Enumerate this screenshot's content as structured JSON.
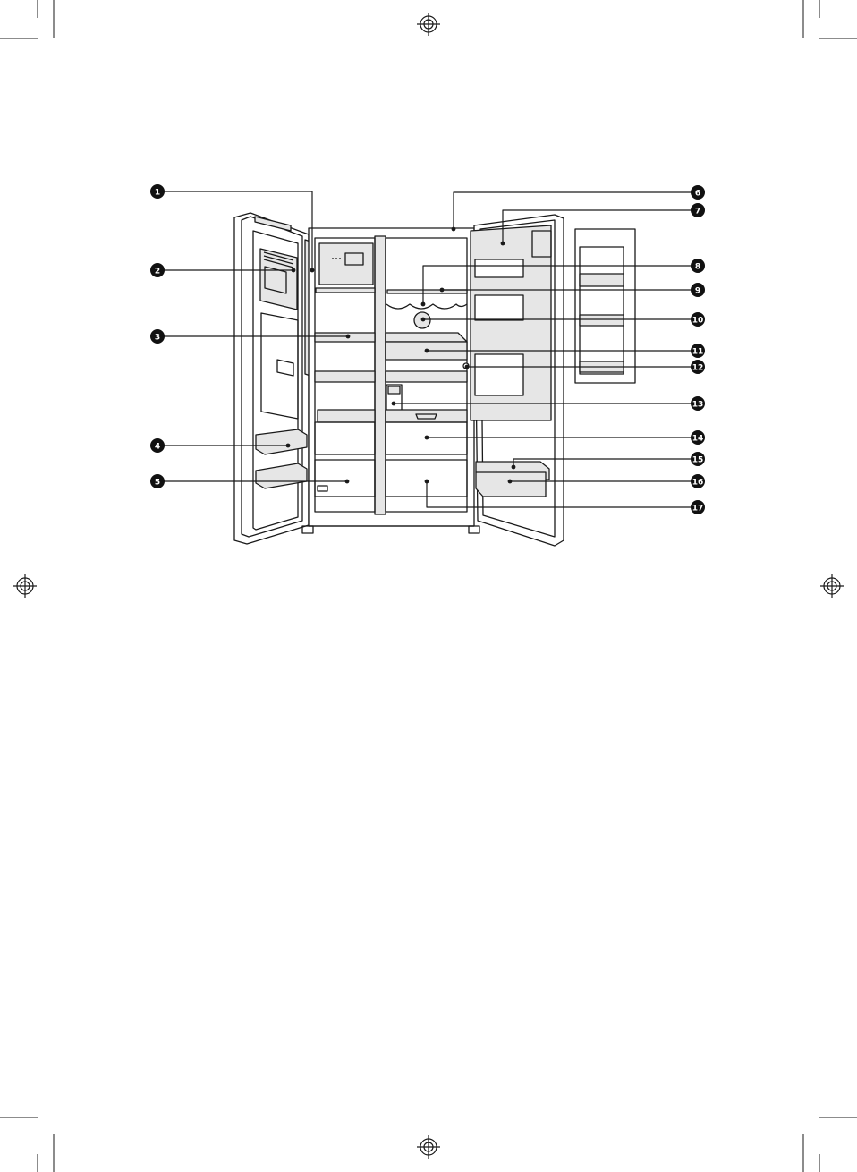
{
  "colors": {
    "line": "#1a1a1a",
    "panel": "#e6e6e6",
    "callout_fill": "#111111",
    "callout_text": "#ffffff"
  },
  "icons": {
    "registration_mark": "registration-mark-icon",
    "crop_mark": "crop-mark-icon"
  },
  "callouts": [
    {
      "id": "1",
      "label": "1"
    },
    {
      "id": "2",
      "label": "2"
    },
    {
      "id": "3",
      "label": "3"
    },
    {
      "id": "4",
      "label": "4"
    },
    {
      "id": "5",
      "label": "5"
    },
    {
      "id": "6",
      "label": "6"
    },
    {
      "id": "7",
      "label": "7"
    },
    {
      "id": "8",
      "label": "8"
    },
    {
      "id": "9",
      "label": "9"
    },
    {
      "id": "10",
      "label": "10"
    },
    {
      "id": "11",
      "label": "11"
    },
    {
      "id": "12",
      "label": "12"
    },
    {
      "id": "13",
      "label": "13"
    },
    {
      "id": "14",
      "label": "14"
    },
    {
      "id": "15",
      "label": "15"
    },
    {
      "id": "16",
      "label": "16"
    },
    {
      "id": "17",
      "label": "17"
    }
  ]
}
